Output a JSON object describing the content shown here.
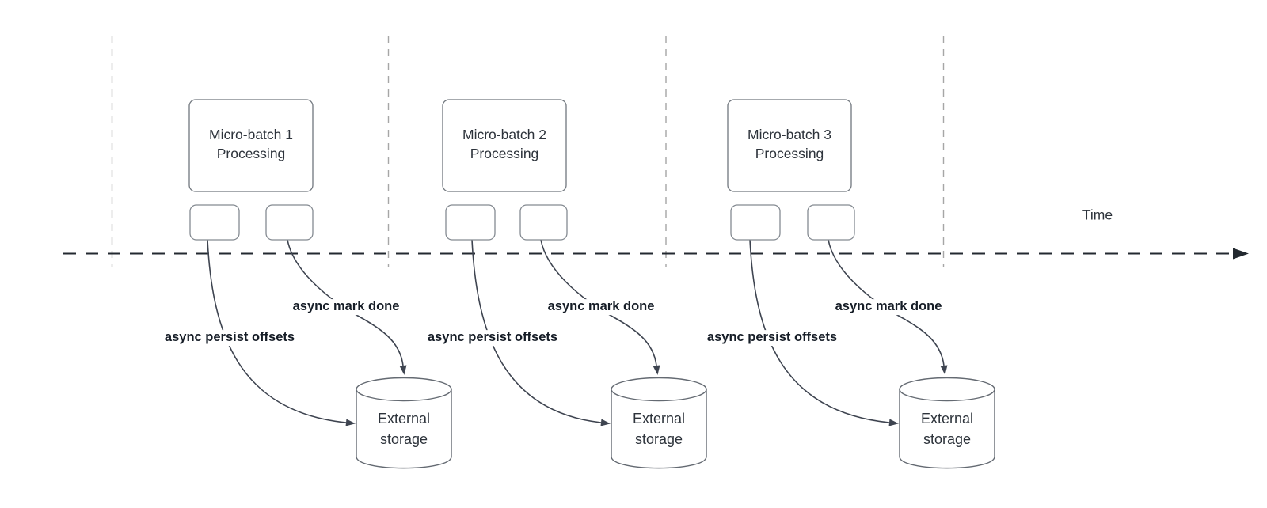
{
  "diagram": {
    "time_label": "Time",
    "groups": [
      {
        "process_label": "Micro-batch 1\nProcessing",
        "persist_label": "async persist offsets",
        "done_label": "async mark done",
        "storage_label": "External\nstorage"
      },
      {
        "process_label": "Micro-batch 2\nProcessing",
        "persist_label": "async persist offsets",
        "done_label": "async mark done",
        "storage_label": "External\nstorage"
      },
      {
        "process_label": "Micro-batch 3\nProcessing",
        "persist_label": "async persist offsets",
        "done_label": "async mark done",
        "storage_label": "External\nstorage"
      }
    ],
    "colors": {
      "curve_stroke": "#3e4450",
      "time_axis": "#232930",
      "guide_line": "#a6a6a6",
      "shape_border": "#71777e",
      "node_text": "#2d333b",
      "edge_label_text": "#161d27",
      "background": "#ffffff"
    }
  }
}
